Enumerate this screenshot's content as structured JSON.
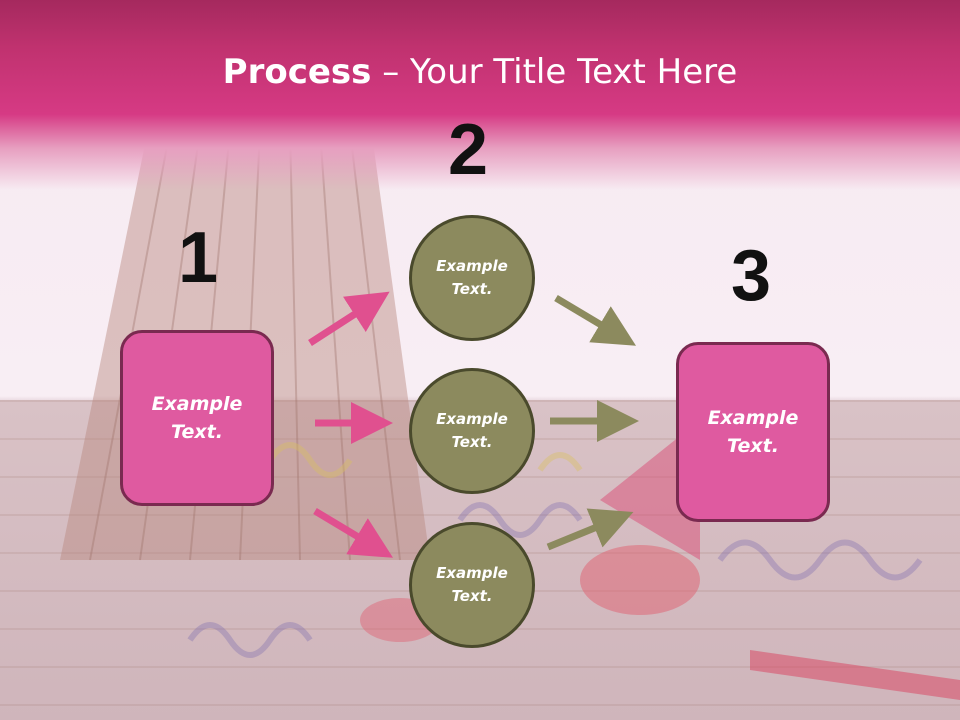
{
  "title": {
    "bold": "Process",
    "separator": " – ",
    "rest": "Your Title Text Here"
  },
  "steps": [
    {
      "number": "1",
      "label": "Example\nText."
    },
    {
      "number": "2",
      "items": [
        "Example\nText.",
        "Example\nText.",
        "Example\nText."
      ]
    },
    {
      "number": "3",
      "label": "Example\nText."
    }
  ],
  "colors": {
    "header": "#d63a84",
    "box_fill": "#df5aa0",
    "circle_fill": "#8c8a5e",
    "arrow_pink": "#e0508f",
    "arrow_olive": "#8c8a5e"
  }
}
